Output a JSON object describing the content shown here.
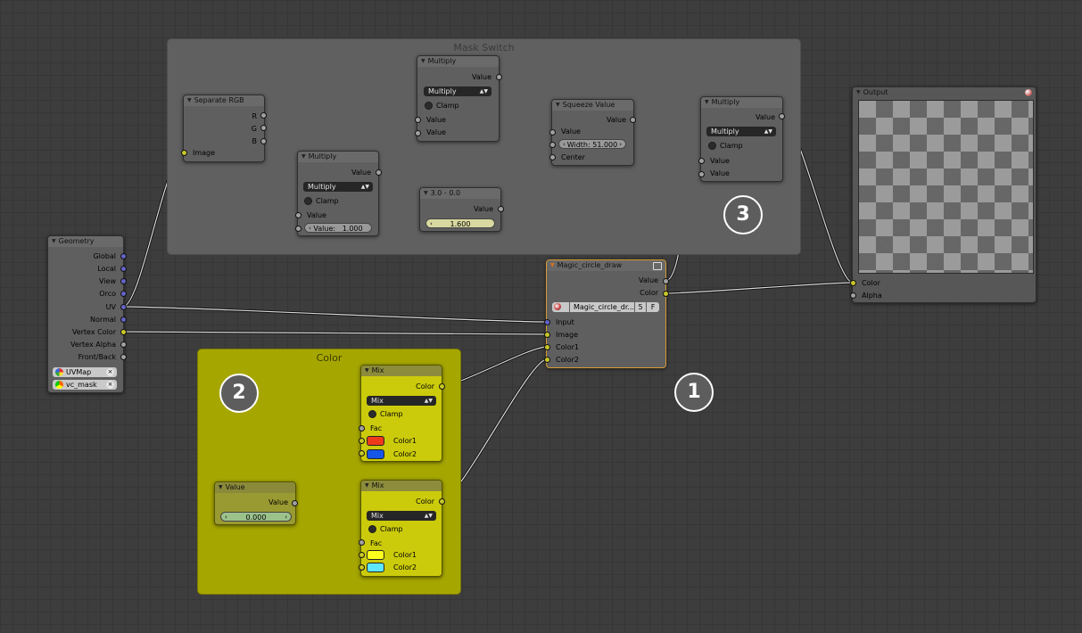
{
  "frames": {
    "mask_switch": {
      "title": "Mask Switch",
      "color": "#606060"
    },
    "color": {
      "title": "Color",
      "color": "#a6a600"
    }
  },
  "nodes": {
    "separate_rgb": {
      "title": "Separate RGB",
      "outputs": [
        "R",
        "G",
        "B"
      ],
      "input": "Image"
    },
    "multiply_a": {
      "title": "Multiply",
      "output": "Value",
      "mode": "Multiply",
      "clamp": "Clamp",
      "inputs": [
        "Value",
        "Value"
      ]
    },
    "multiply_b": {
      "title": "Multiply",
      "output": "Value",
      "mode": "Multiply",
      "clamp": "Clamp",
      "input": "Value",
      "field_label": "Value:",
      "field_value": "1.000"
    },
    "squeeze": {
      "title": "Squeeze Value",
      "output": "Value",
      "input_value": "Value",
      "width_field": "Width: 51.000",
      "center": "Center"
    },
    "range": {
      "title": "3.0 - 0.0",
      "output": "Value",
      "field_value": "1.600"
    },
    "multiply_c": {
      "title": "Multiply",
      "output": "Value",
      "mode": "Multiply",
      "clamp": "Clamp",
      "inputs": [
        "Value",
        "Value"
      ]
    },
    "output": {
      "title": "Output",
      "inputs": [
        "Color",
        "Alpha"
      ]
    },
    "geometry": {
      "title": "Geometry",
      "outputs": [
        "Global",
        "Local",
        "View",
        "Orco",
        "UV",
        "Normal",
        "Vertex Color",
        "Vertex Alpha",
        "Front/Back"
      ],
      "uvmap": "UVMap",
      "vc_mask": "vc_mask"
    },
    "magic": {
      "title": "Magic_circle_draw",
      "outputs": [
        "Value",
        "Color"
      ],
      "group_name": "Magic_circle_dr...",
      "users": "5",
      "fake": "F",
      "inputs": [
        "Input",
        "Image",
        "Color1",
        "Color2"
      ]
    },
    "mix_a": {
      "title": "Mix",
      "output": "Color",
      "mode": "Mix",
      "clamp": "Clamp",
      "inputs": [
        "Fac",
        "Color1",
        "Color2"
      ],
      "color1": "#ee3a1b",
      "color2": "#1657e8"
    },
    "value": {
      "title": "Value",
      "output": "Value",
      "field_value": "0.000"
    },
    "mix_b": {
      "title": "Mix",
      "output": "Color",
      "mode": "Mix",
      "clamp": "Clamp",
      "inputs": [
        "Fac",
        "Color1",
        "Color2"
      ],
      "color1": "#ffff1c",
      "color2": "#5fe6ff"
    }
  },
  "badges": [
    "1",
    "2",
    "3"
  ]
}
